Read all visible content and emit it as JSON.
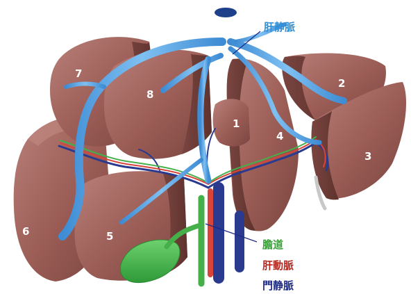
{
  "labels": {
    "hepatic_vein": "肝静脈",
    "bile_duct": "膽道",
    "hepatic_artery": "肝動脈",
    "portal_vein": "門静脈"
  },
  "segments": [
    "1",
    "2",
    "3",
    "4",
    "5",
    "6",
    "7",
    "8"
  ],
  "colors": {
    "liver": "#9a5c55",
    "liver_dark": "#6e3c36",
    "liver_light": "#b77a72",
    "hepatic_vein": "#5aa6e6",
    "portal_vein": "#2a3a8e",
    "hepatic_artery": "#d8443a",
    "bile_duct": "#45b04a",
    "gallbladder": "#3fb24a"
  }
}
